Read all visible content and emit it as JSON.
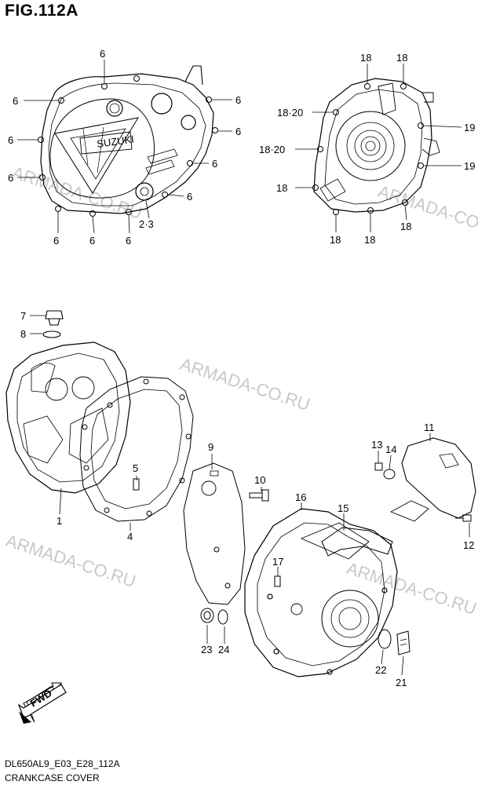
{
  "figure": {
    "title": "FIG.112A",
    "code": "DL650AL9_E03_E28_112A",
    "description": "CRANKCASE COVER"
  },
  "watermark": "ARMADA-CO.RU",
  "cover_logo": "SUZUKI",
  "direction_mark": "FWD",
  "callouts": {
    "n1": "1",
    "n23": "2·3",
    "n4": "4",
    "n5": "5",
    "n6": "6",
    "n7": "7",
    "n8": "8",
    "n9": "9",
    "n10": "10",
    "n11": "11",
    "n12": "12",
    "n13": "13",
    "n14": "14",
    "n15": "15",
    "n16": "16",
    "n17": "17",
    "n18": "18",
    "n1820": "18·20",
    "n19": "19",
    "n21": "21",
    "n22": "22",
    "n23b": "23",
    "n24": "24"
  }
}
